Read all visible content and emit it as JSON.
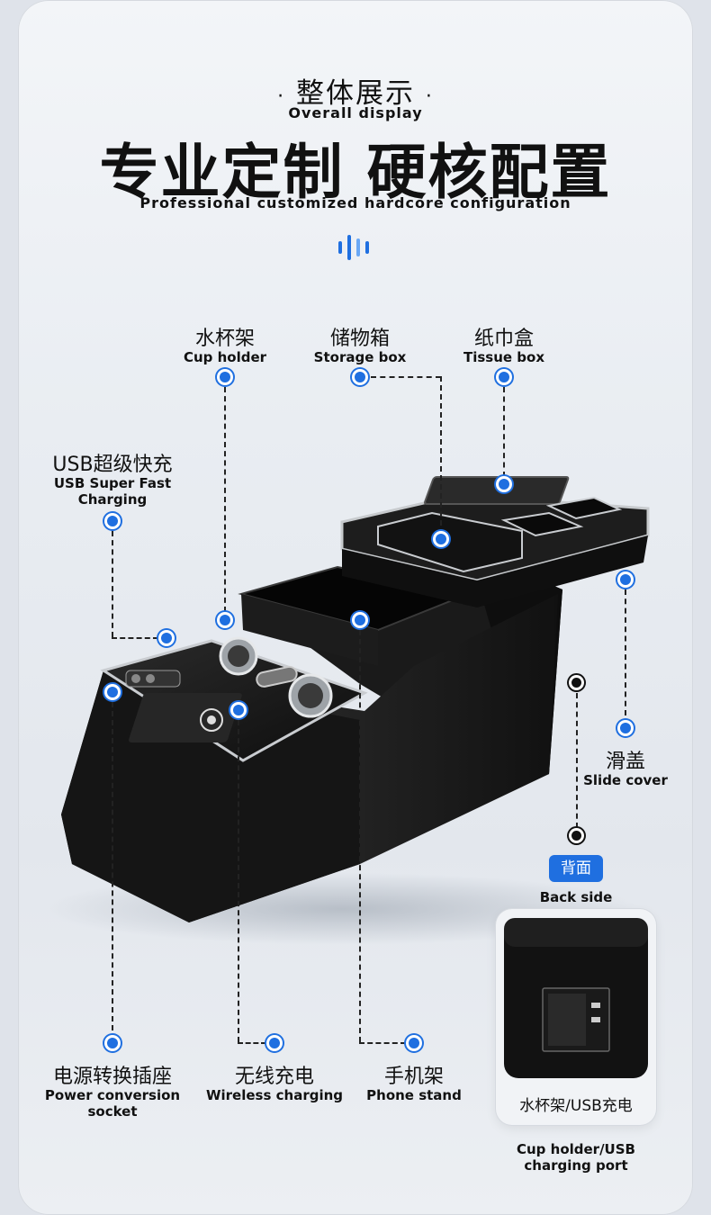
{
  "header": {
    "section_zh": "整体展示",
    "section_en": "Overall display",
    "headline_zh": "专业定制 硬核配置",
    "headline_en": "Professional customized hardcore configuration"
  },
  "labels": {
    "cup_holder": {
      "zh": "水杯架",
      "en": "Cup holder"
    },
    "storage_box": {
      "zh": "储物箱",
      "en": "Storage box"
    },
    "tissue_box": {
      "zh": "纸巾盒",
      "en": "Tissue box"
    },
    "usb": {
      "zh": "USB超级快充",
      "en_line1": "USB Super Fast",
      "en_line2": "Charging"
    },
    "slide_cover": {
      "zh": "滑盖",
      "en": "Slide cover"
    },
    "power_socket": {
      "zh": "电源转换插座",
      "en_line1": "Power conversion",
      "en_line2": "socket"
    },
    "wireless": {
      "zh": "无线充电",
      "en": "Wireless charging"
    },
    "phone_stand": {
      "zh": "手机架",
      "en": "Phone stand"
    }
  },
  "back_side": {
    "badge": "背面",
    "title_en": "Back side",
    "inset_caption_zh": "水杯架/USB充电",
    "caption_en_line1": "Cup holder/USB",
    "caption_en_line2": "charging port"
  },
  "colors": {
    "accent": "#1f6fe0",
    "product": "#141414",
    "background": "#e9edf2"
  }
}
